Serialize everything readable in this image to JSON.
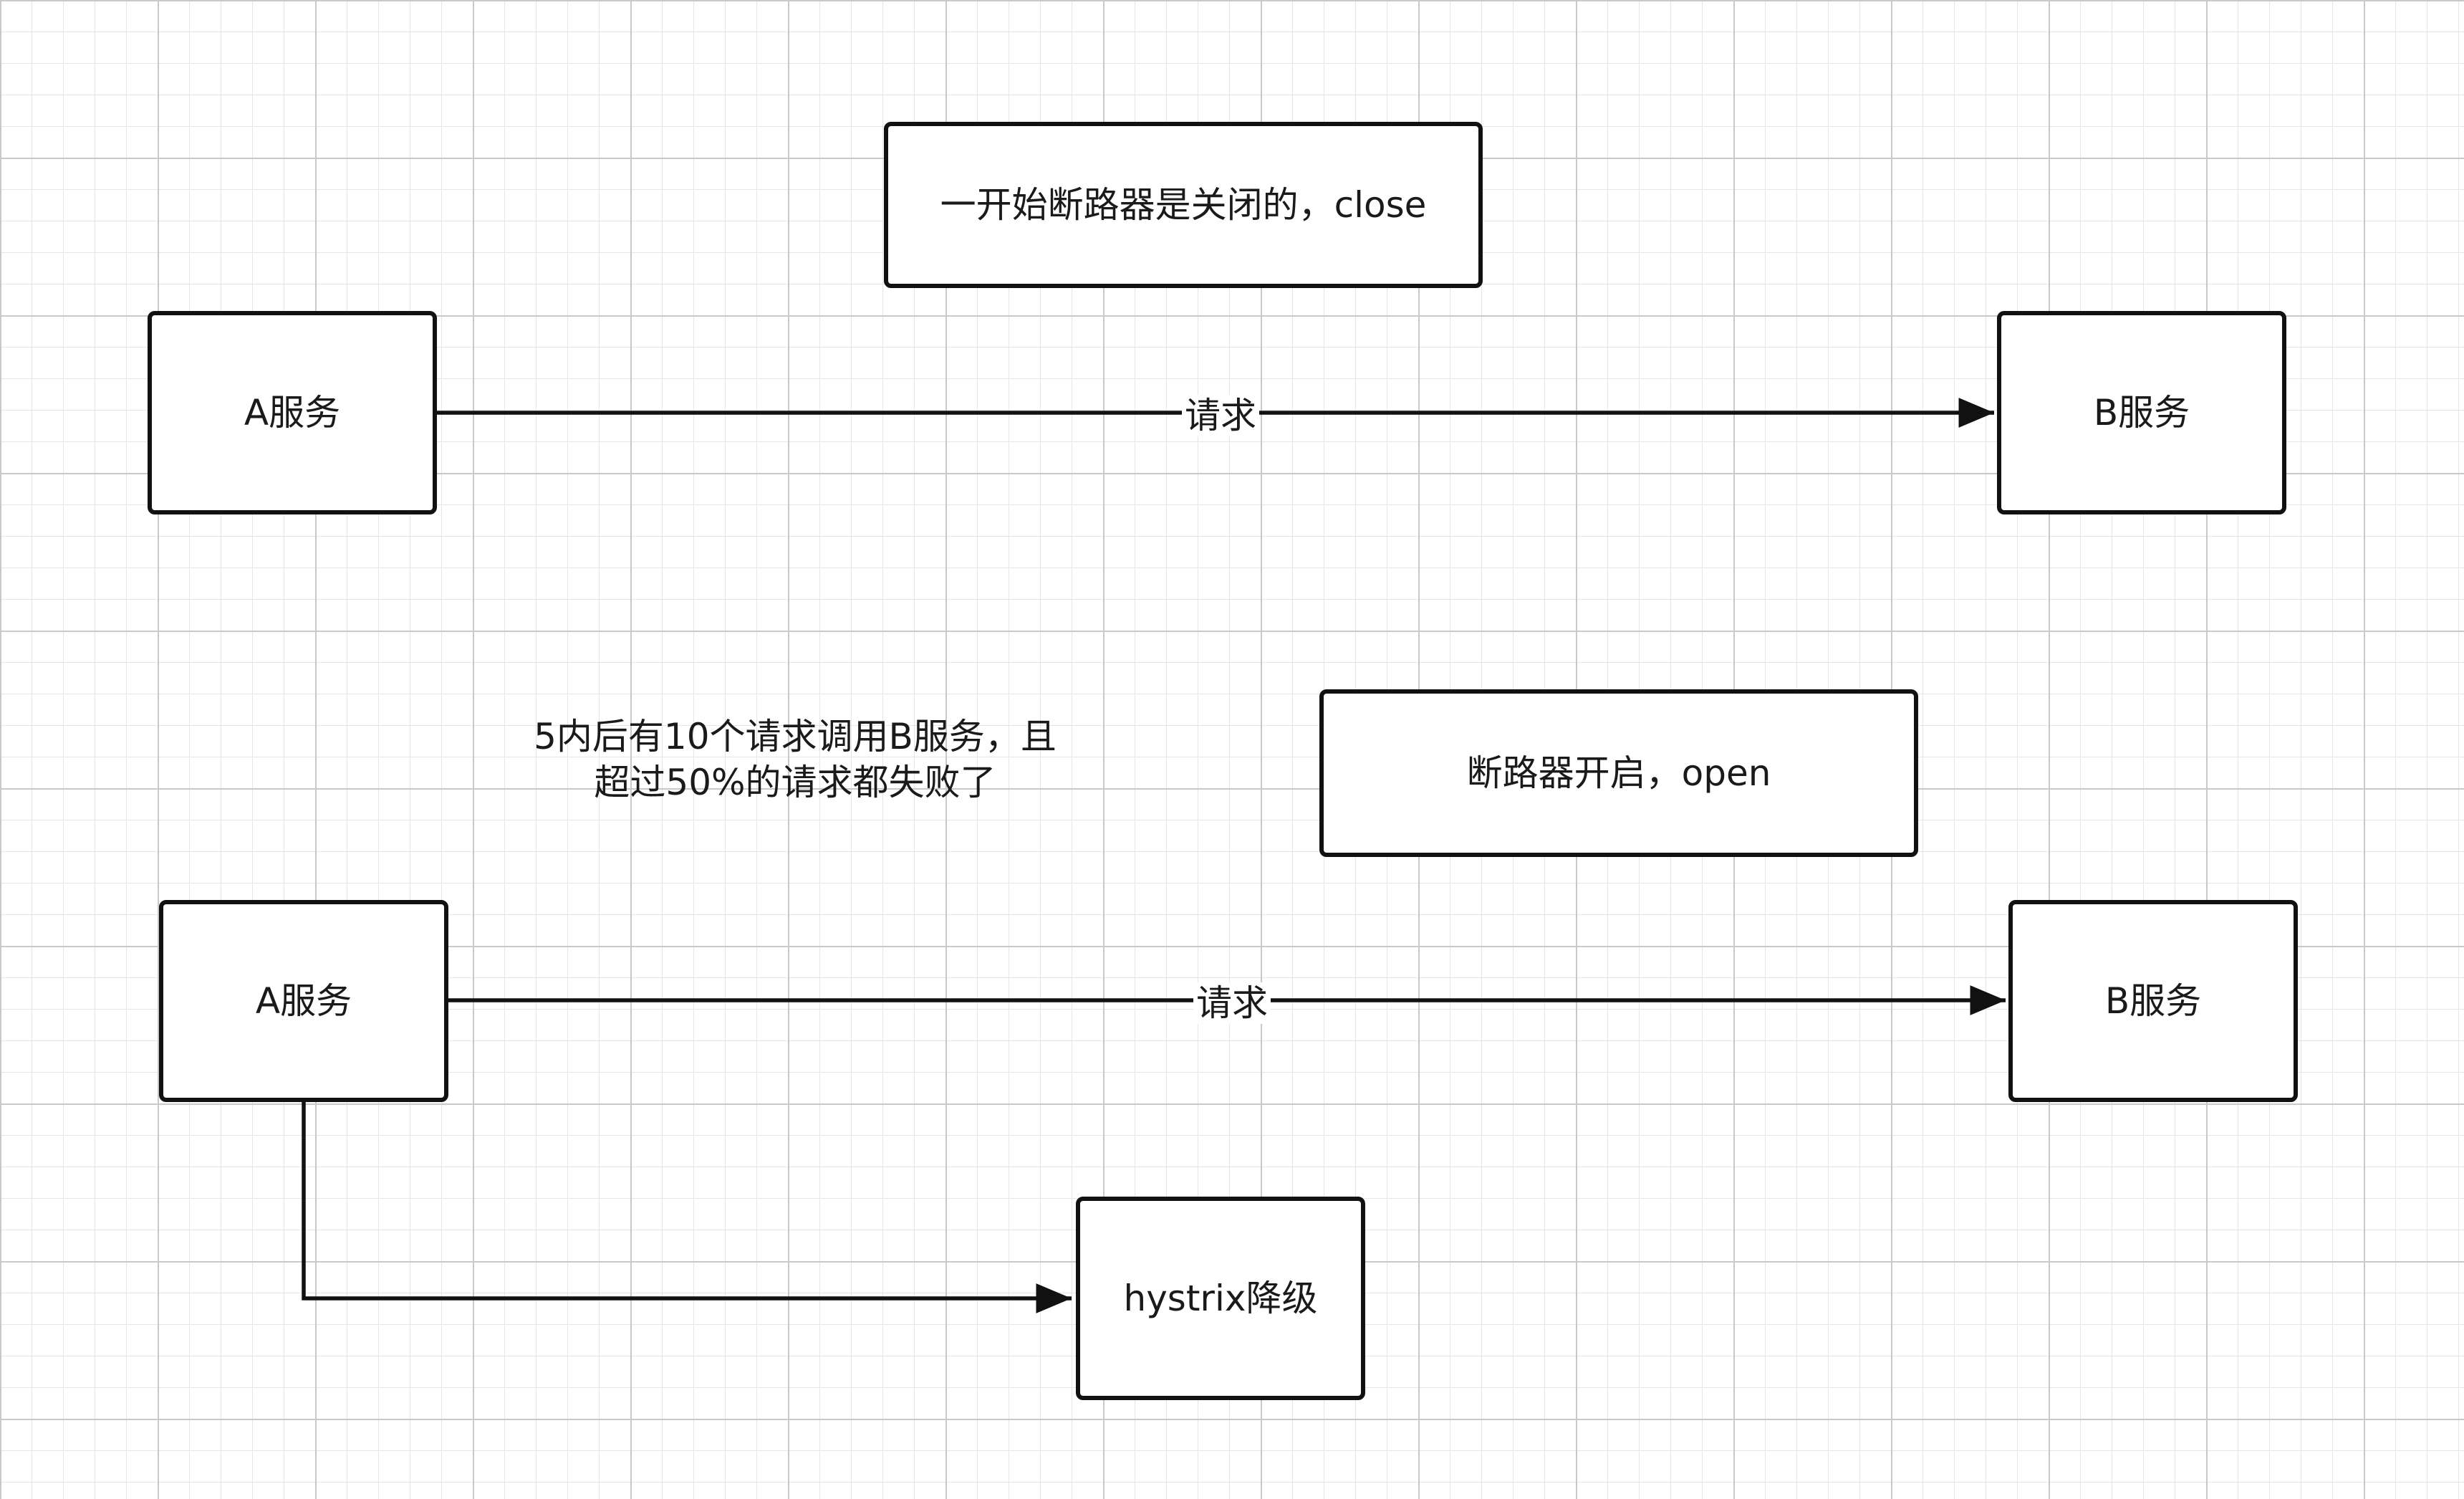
{
  "state_close": {
    "note": "一开始断路器是关闭的，close",
    "service_a": "A服务",
    "service_b": "B服务",
    "edge_label": "请求"
  },
  "state_open": {
    "condition_line1": "5内后有10个请求调用B服务，且",
    "condition_line2": "超过50%的请求都失败了",
    "note": "断路器开启，open",
    "service_a": "A服务",
    "service_b": "B服务",
    "edge_label": "请求",
    "fallback": "hystrix降级"
  },
  "colors": {
    "stroke": "#111111",
    "grid_major": "#c9c9c9",
    "grid_minor": "#e6e6e6",
    "background": "#ffffff"
  }
}
